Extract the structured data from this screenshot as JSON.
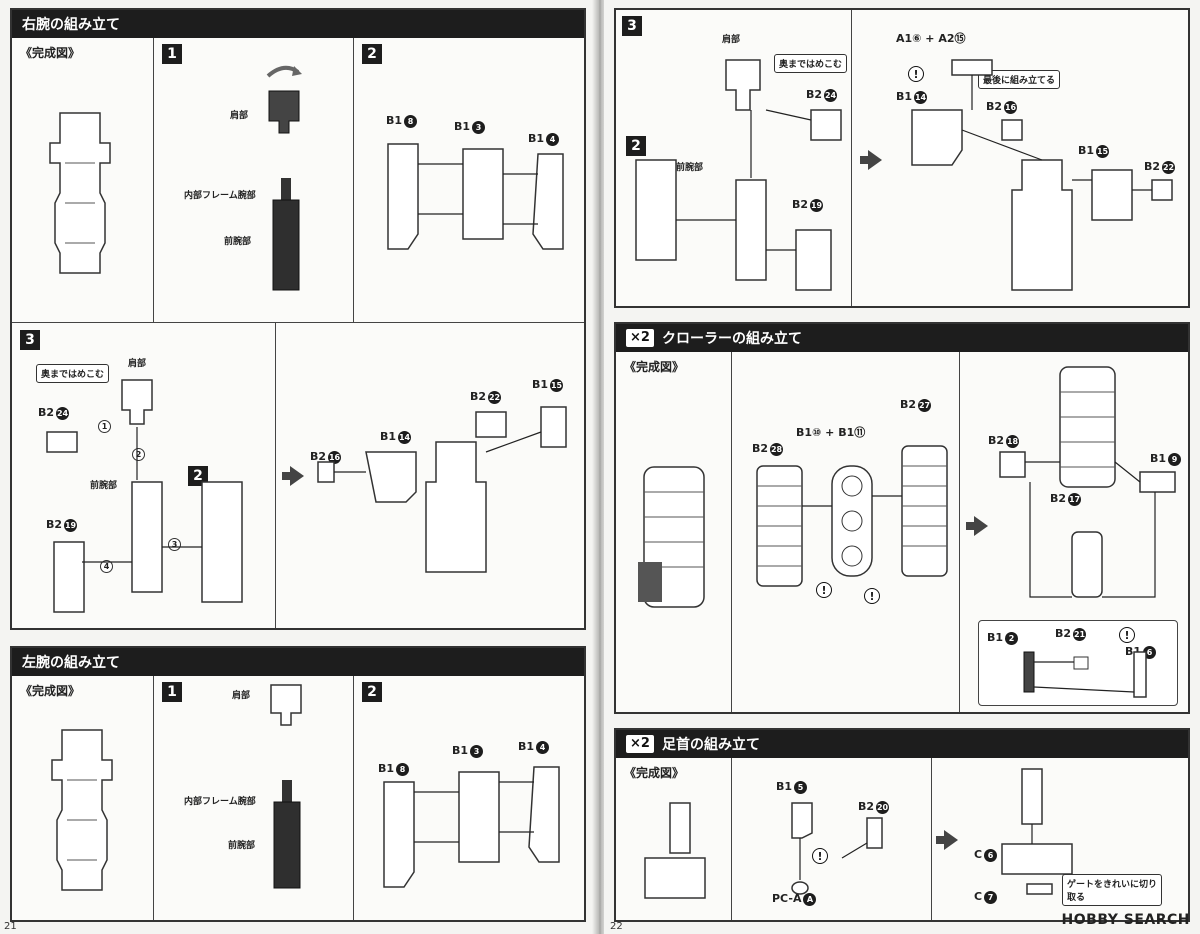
{
  "left_page": {
    "number": "21",
    "right_arm": {
      "title": "右腕の組み立て",
      "complete_label": "《完成図》",
      "step1": {
        "num": "1",
        "shoulder": "肩部",
        "inner_frame": "内部フレーム腕部",
        "forearm": "前腕部"
      },
      "step2": {
        "num": "2",
        "parts": [
          "B1",
          "B1",
          "B1"
        ],
        "ids": [
          "8",
          "3",
          "4"
        ]
      },
      "step3": {
        "num": "3",
        "sub_num": "2",
        "callout": "奥まではめこむ",
        "shoulder": "肩部",
        "forearm": "前腕部",
        "parts": [
          {
            "code": "B2",
            "id": "24"
          },
          {
            "code": "B2",
            "id": "19"
          },
          {
            "code": "B2",
            "id": "22"
          },
          {
            "code": "B1",
            "id": "15"
          },
          {
            "code": "B2",
            "id": "16"
          },
          {
            "code": "B1",
            "id": "14"
          }
        ],
        "steps": [
          "1",
          "2",
          "3",
          "4"
        ]
      }
    },
    "left_arm": {
      "title": "左腕の組み立て",
      "complete_label": "《完成図》",
      "step1": {
        "num": "1",
        "shoulder": "肩部",
        "inner_frame": "内部フレーム腕部",
        "forearm": "前腕部"
      },
      "step2": {
        "num": "2",
        "parts": [
          "B1",
          "B1",
          "B1"
        ],
        "ids": [
          "8",
          "3",
          "4"
        ]
      }
    }
  },
  "right_page": {
    "number": "22",
    "arm_step3": {
      "num": "3",
      "sub_num": "2",
      "shoulder": "肩部",
      "callout": "奥まではめこむ",
      "forearm": "前腕部",
      "last_callout": "最後に組み立てる",
      "combo": "A1⑥ + A2⑮",
      "parts": [
        {
          "code": "B2",
          "id": "24"
        },
        {
          "code": "B2",
          "id": "19"
        },
        {
          "code": "B1",
          "id": "14"
        },
        {
          "code": "B2",
          "id": "16"
        },
        {
          "code": "B1",
          "id": "15"
        },
        {
          "code": "B2",
          "id": "22"
        }
      ]
    },
    "crawler": {
      "multiplier": "×2",
      "title": "クローラーの組み立て",
      "complete_label": "《完成図》",
      "combo": "B1⑩ + B1⑪",
      "parts": [
        {
          "code": "B2",
          "id": "28"
        },
        {
          "code": "B2",
          "id": "27"
        },
        {
          "code": "B2",
          "id": "18"
        },
        {
          "code": "B1",
          "id": "9"
        },
        {
          "code": "B2",
          "id": "17"
        },
        {
          "code": "B1",
          "id": "2"
        },
        {
          "code": "B2",
          "id": "21"
        },
        {
          "code": "B1",
          "id": "6"
        }
      ]
    },
    "ankle": {
      "multiplier": "×2",
      "title": "足首の組み立て",
      "complete_label": "《完成図》",
      "parts": [
        {
          "code": "B1",
          "id": "5"
        },
        {
          "code": "B2",
          "id": "20"
        },
        {
          "code": "PC-A",
          "id": "A"
        },
        {
          "code": "C",
          "id": "6"
        },
        {
          "code": "C",
          "id": "7"
        }
      ],
      "gate_note": "ゲートをきれいに切り取る"
    }
  },
  "watermark": "HOBBY SEARCH"
}
